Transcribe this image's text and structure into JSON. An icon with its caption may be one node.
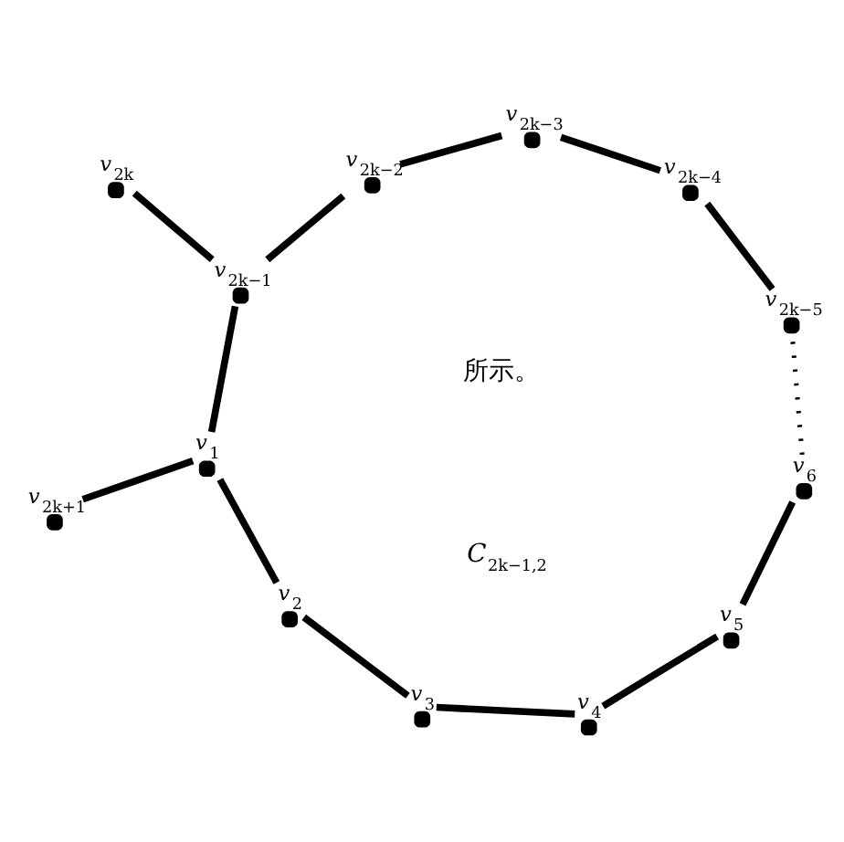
{
  "diagram": {
    "nodes": [
      {
        "text": [],
        "shape": "circle",
        "beside": [
          "*v*$_{2k+1}$"
        ]
      },
      {
        "text": [],
        "shape": "circle",
        "beside": [
          "*v*$_{2k}$"
        ]
      },
      {
        "text": [],
        "shape": "circle",
        "beside": [
          "*v*$_{1}$"
        ]
      },
      {
        "text": [],
        "shape": "circle",
        "beside": [
          "*v*$_{2}$"
        ]
      },
      {
        "text": [],
        "shape": "circle",
        "beside": [
          "*v*$_{2k−1}$"
        ]
      },
      {
        "text": [],
        "shape": "circle",
        "beside": [
          "*v*$_{3}$"
        ]
      },
      {
        "text": [],
        "shape": "circle",
        "beside": [
          "*v*$_{2k−2}$"
        ]
      },
      {
        "text": [],
        "shape": "circle",
        "beside": [
          "*v*$_{4}$"
        ]
      },
      {
        "text": [],
        "shape": "circle",
        "beside": [
          "*v*$_{2k−3}$"
        ]
      },
      {
        "text": [],
        "shape": "circle",
        "beside": [
          "*v*$_{5}$"
        ]
      },
      {
        "text": [],
        "shape": "circle",
        "beside": [
          "*v*$_{2k−4}$"
        ]
      },
      {
        "text": [],
        "shape": "circle",
        "beside": [
          "*v*$_{6}$"
        ]
      },
      {
        "text": [],
        "shape": "circle",
        "beside": [
          "*v*$_{2k−5}$"
        ]
      }
    ],
    "edges": [
      {
        "from": 2,
        "to": 0,
        "arrow": "none"
      },
      {
        "from": 4,
        "to": 1,
        "arrow": "none"
      },
      {
        "from": 2,
        "to": 3,
        "arrow": "none"
      },
      {
        "from": 3,
        "to": 5,
        "arrow": "none"
      },
      {
        "from": 5,
        "to": 7,
        "arrow": "none"
      },
      {
        "from": 7,
        "to": 9,
        "arrow": "none"
      },
      {
        "from": 9,
        "to": 11,
        "arrow": "none"
      },
      {
        "from": 11,
        "to": 12,
        "arrow": "none",
        "style": "dashed"
      },
      {
        "from": 12,
        "to": 10,
        "arrow": "none"
      },
      {
        "from": 10,
        "to": 8,
        "arrow": "none"
      },
      {
        "from": 8,
        "to": 6,
        "arrow": "none"
      },
      {
        "from": 6,
        "to": 4,
        "arrow": "none"
      },
      {
        "from": 4,
        "to": 2,
        "arrow": "none"
      }
    ],
    "labels": [
      "所示。",
      "*C*$_{2k−1,2}$"
    ]
  }
}
